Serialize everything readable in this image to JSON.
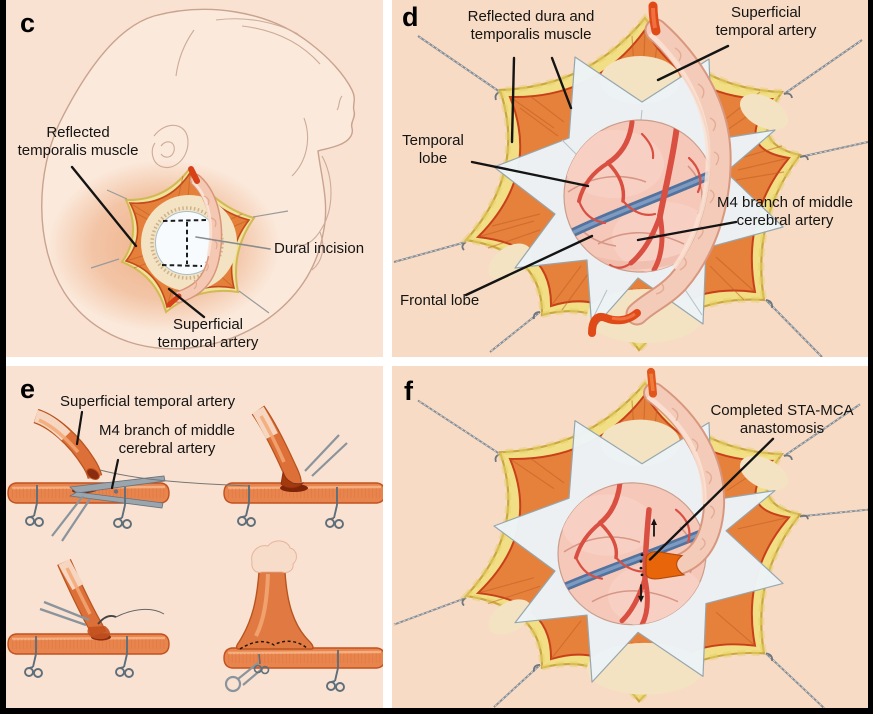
{
  "figure_type": "surgical illustration, STA-MCA bypass steps",
  "colors": {
    "panel_left_bg": "#f9e2d2",
    "panel_right_bg": "#f7dbc4",
    "divider": "#ffffff",
    "frame": "#000000",
    "scalp_fat_yellow": "#f1de85",
    "muscle_orange": "#e6813c",
    "dura_white": "#edf3f6",
    "bone_cream": "#f3e3c2",
    "brain_pink": "#f5c8ba",
    "artery_red": "#da4f41",
    "vein_blue": "#53729e",
    "sta_graft_pink": "#f4cbb8",
    "anastomosis_orange": "#e8650a",
    "label_text": "#141414"
  },
  "panels": {
    "c": {
      "letter": "c",
      "labels": {
        "reflected_temporalis": {
          "lines": [
            "Reflected",
            "temporalis muscle"
          ]
        },
        "dural_incision": {
          "lines": [
            "Dural incision"
          ]
        },
        "superficial_temporal_artery": {
          "lines": [
            "Superficial",
            "temporal artery"
          ]
        }
      }
    },
    "d": {
      "letter": "d",
      "labels": {
        "reflected_dura": {
          "lines": [
            "Reflected dura and",
            "temporalis muscle"
          ]
        },
        "superficial_temporal_artery": {
          "lines": [
            "Superficial",
            "temporal artery"
          ]
        },
        "temporal_lobe": {
          "lines": [
            "Temporal",
            "lobe"
          ]
        },
        "m4_branch": {
          "lines": [
            "M4 branch of middle",
            "cerebral artery"
          ]
        },
        "frontal_lobe": {
          "lines": [
            "Frontal lobe"
          ]
        }
      }
    },
    "e": {
      "letter": "e",
      "labels": {
        "superficial_temporal_artery": {
          "lines": [
            "Superficial temporal artery"
          ]
        },
        "m4_branch": {
          "lines": [
            "M4 branch of middle",
            "cerebral artery"
          ]
        }
      }
    },
    "f": {
      "letter": "f",
      "labels": {
        "completed_anastomosis": {
          "lines": [
            "Completed STA-MCA",
            "anastomosis"
          ]
        }
      }
    }
  }
}
